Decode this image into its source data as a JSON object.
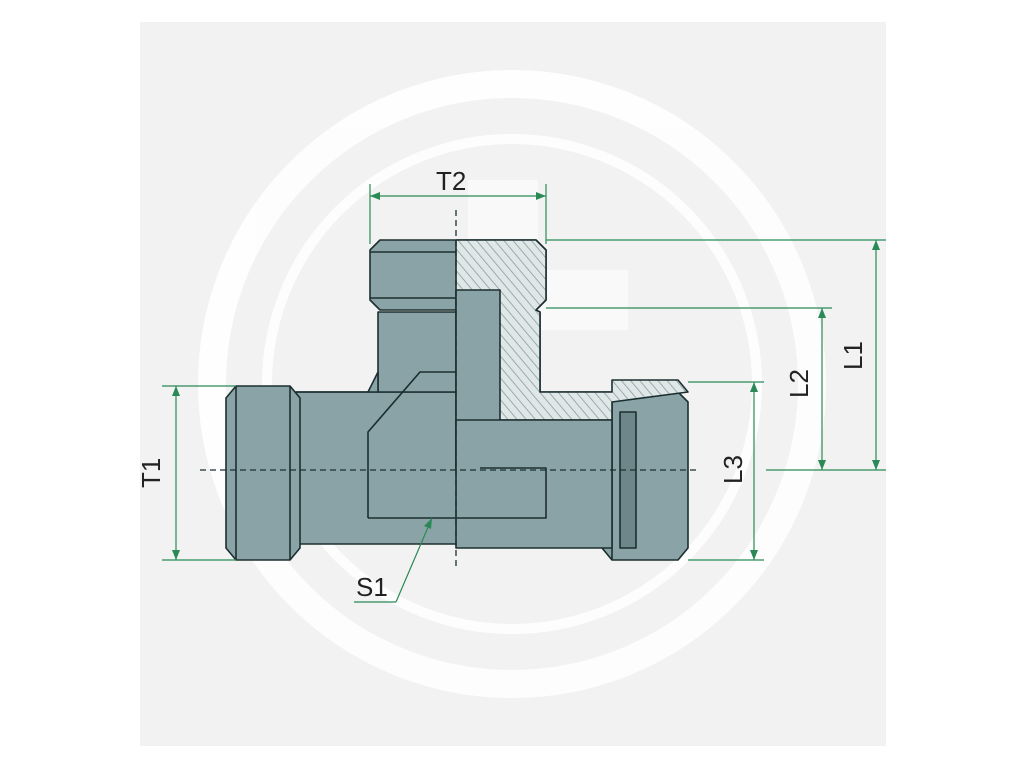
{
  "drawing": {
    "labels": {
      "t1": "T1",
      "t2": "T2",
      "l1": "L1",
      "l2": "L2",
      "l3": "L3",
      "s1": "S1"
    }
  },
  "colors": {
    "background": "#ffffff",
    "panel": "#f2f2f2",
    "watermark": "#ffffff",
    "body": "#8aa3a6",
    "body_dark": "#6d8689",
    "outline": "#1c2f30",
    "hatch_fill": "#dfe7e7",
    "dimension": "#2a8a57",
    "text": "#222222"
  }
}
